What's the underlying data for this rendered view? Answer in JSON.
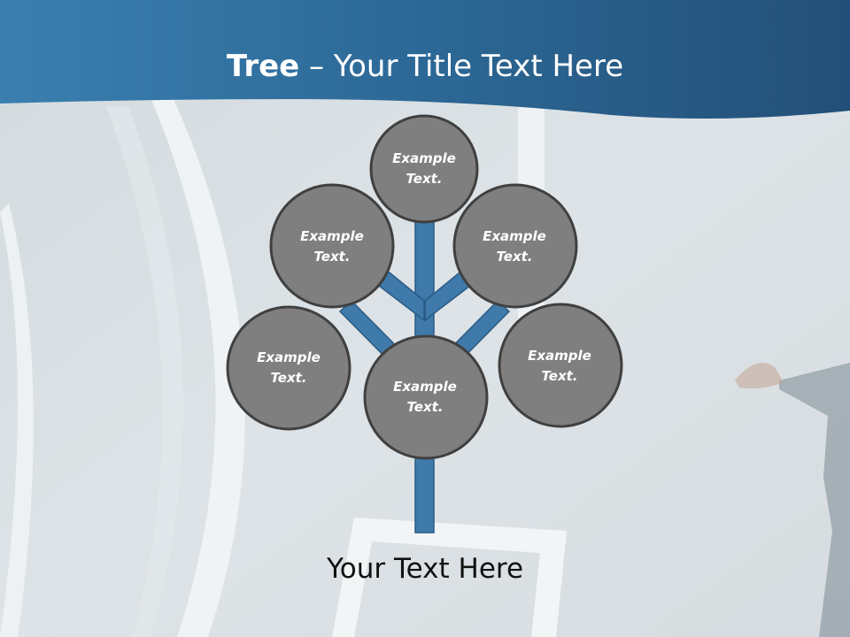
{
  "title": {
    "bold": "Tree",
    "dash": "–",
    "rest": "Your Title Text Here"
  },
  "circles": [
    {
      "id": "top",
      "line1": "Example",
      "line2": "Text."
    },
    {
      "id": "upper-left",
      "line1": "Example",
      "line2": "Text."
    },
    {
      "id": "upper-right",
      "line1": "Example",
      "line2": "Text."
    },
    {
      "id": "lower-left",
      "line1": "Example",
      "line2": "Text."
    },
    {
      "id": "center",
      "line1": "Example",
      "line2": "Text."
    },
    {
      "id": "lower-right",
      "line1": "Example",
      "line2": "Text."
    }
  ],
  "caption": "Your Text Here",
  "colors": {
    "header": "#2e6a96",
    "circle_fill": "#7f7f7f",
    "circle_stroke": "#3f3f3f",
    "trunk": "#3f7aab",
    "trunk_stroke": "#2a5a84"
  }
}
